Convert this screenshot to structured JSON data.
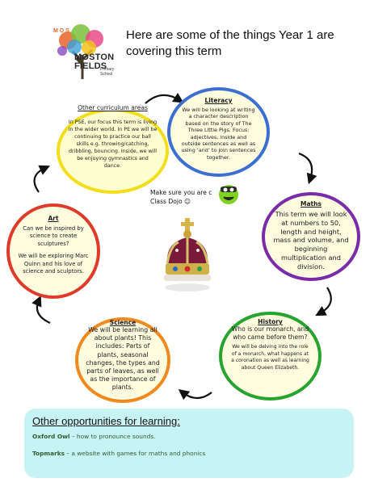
{
  "logo": {
    "line1": "MOSTON",
    "line2": "FIELDS",
    "sub1": "Primary",
    "sub2": "School",
    "ring_text": "MOSTON FIELDS"
  },
  "header": {
    "line1": "Here are some of the things Year 1 are",
    "line2": "covering this term"
  },
  "literacy": {
    "title": "Literacy",
    "body": "We will be looking at writing a character description based on the story of The Three Little Pigs. Focus: adjectives, inside and outside sentences as well as using ‘and’ to join sentences together."
  },
  "other": {
    "title": "Other curriculum areas",
    "body": "In PSE, our focus this term is living in the wider world. In PE we will be continuing to practice our ball skills e.g. throwing/catching, dribbling, bouncing. Inside, we will be enjoying gymnastics and dance."
  },
  "maths": {
    "title": "Maths",
    "body": "This term we will look at numbers to 50, length and height, mass and volume, and beginning multiplication and division."
  },
  "art": {
    "title": "Art",
    "body1": "Can we be inspired by science to create sculptures?",
    "body2": "We will be exploring Marc Quinn and his love of science and sculptors."
  },
  "history": {
    "title": "History",
    "question": "Who is our monarch, and who came before them?",
    "body": "We will be delving into the role of a monarch, what happens at a coronation as well as learning about Queen Elizabeth."
  },
  "science": {
    "title": "Science",
    "body": "We will be learning all about plants! This includes: Parts of plants, seasonal changes, the types and parts of leaves, as well as the importance of plants."
  },
  "dojo": {
    "line1": "Make sure you are c",
    "line2": "Class Dojo ☺"
  },
  "bottom": {
    "title": "Other opportunities for learning:",
    "items": [
      {
        "name": "Oxford Owl",
        "desc": " – how to pronounce sounds."
      },
      {
        "name": "Topmarks",
        "desc": " – a website with games for maths and phonics"
      }
    ]
  },
  "colors": {
    "literacy": "#3d6fd0",
    "other": "#f2de1a",
    "maths": "#7a2ca8",
    "art": "#e03b2a",
    "history": "#27a32f",
    "science": "#f08a1f",
    "bottom_bg": "#c7f3f5"
  }
}
